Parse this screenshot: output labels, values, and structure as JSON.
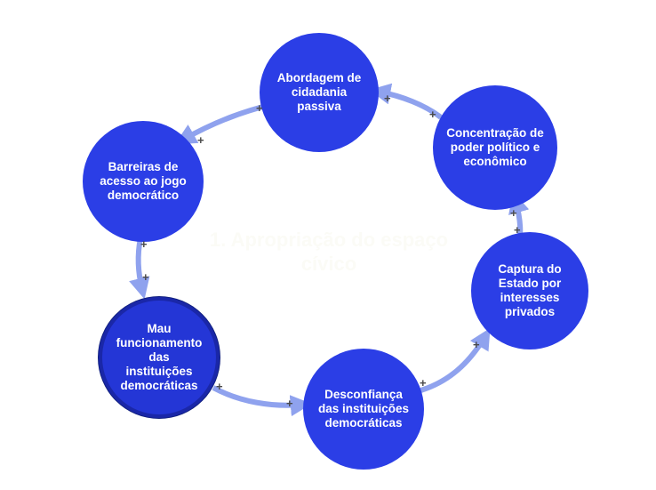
{
  "diagram": {
    "center_title": "1. Apropriação do espaço cívico",
    "nodes": [
      {
        "id": "n1",
        "label": "Abordagem de cidadania passiva"
      },
      {
        "id": "n2",
        "label": "Concentração de poder político e econômico"
      },
      {
        "id": "n3",
        "label": "Captura do Estado por interesses privados"
      },
      {
        "id": "n4",
        "label": "Desconfiança das instituições democráticas"
      },
      {
        "id": "n5",
        "label": "Mau funcionamento das instituições democráticas"
      },
      {
        "id": "n6",
        "label": "Barreiras de acesso ao jogo democrático"
      }
    ],
    "edge_sign": "+",
    "colors": {
      "node": "#2b3ee6",
      "node_highlight_border": "#1a27a8",
      "arrow": "#8fa2ee",
      "text": "#ffffff"
    }
  }
}
